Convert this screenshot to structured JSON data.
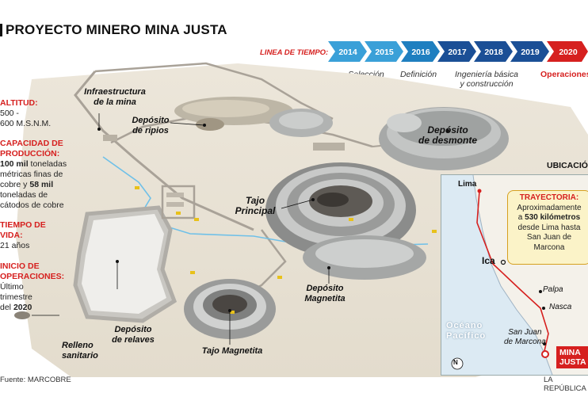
{
  "title": "PROYECTO MINERO MINA JUSTA",
  "timeline": {
    "label": "LINEA DE TIEMPO:",
    "years": [
      "2014",
      "2015",
      "2016",
      "2017",
      "2018",
      "2019",
      "2020"
    ],
    "phases": {
      "seleccion": "Selección",
      "definicion": "Definición",
      "ingenieria_1": "Ingeniería básica",
      "ingenieria_2": "y construcción",
      "operaciones": "Operaciones"
    },
    "colors": {
      "light": "#3aa0d8",
      "mid": "#1f7fc0",
      "dark": "#1b4f96",
      "red": "#d6201f"
    }
  },
  "facts": {
    "altitud_h": "ALTITUD:",
    "altitud_v1": "500 -",
    "altitud_v2": "600 M.S.N.M.",
    "capacidad_h1": "CAPACIDAD DE",
    "capacidad_h2": "PRODUCCIÓN:",
    "capacidad_b1": "100 mil",
    "capacidad_t1": " toneladas",
    "capacidad_t2": "métricas finas de",
    "capacidad_t3a": "cobre y ",
    "capacidad_b2": "58 mil",
    "capacidad_t4": "toneladas de",
    "capacidad_t5": "cátodos de cobre",
    "tiempo_h1": "TIEMPO DE",
    "tiempo_h2": "VIDA:",
    "tiempo_v": "21 años",
    "inicio_h1": "INICIO DE",
    "inicio_h2": "OPERACIONES:",
    "inicio_v1": "Último",
    "inicio_v2": "trimestre",
    "inicio_v3a": "del ",
    "inicio_v3b": "2020"
  },
  "labels": {
    "infra_1": "Infraestructura",
    "infra_2": "de la mina",
    "ripios_1": "Depósito",
    "ripios_2": "de ripios",
    "desmonte_1": "Depósito",
    "desmonte_2": "de desmonte",
    "tajo_p_1": "Tajo",
    "tajo_p_2": "Principal",
    "dep_mag_1": "Depósito",
    "dep_mag_2": "Magnetita",
    "relaves_1": "Depósito",
    "relaves_2": "de relaves",
    "tajo_mag": "Tajo Magnetita",
    "relleno_1": "Relleno",
    "relleno_2": "sanitario"
  },
  "location": {
    "heading": "UBICACIÓN",
    "lima": "Lima",
    "ica": "Ica",
    "palpa": "Palpa",
    "nasca": "Nasca",
    "sanjuan_1": "San Juan",
    "sanjuan_2": "de Marcona",
    "oceano_1": "Océano",
    "oceano_2": "Pacífico",
    "north": "N",
    "mina_1": "MINA",
    "mina_2": "JUSTA",
    "traj_h": "TRAYECTORIA:",
    "traj_1": "Aproximadamente",
    "traj_2a": "a ",
    "traj_2b": "530 kilómetros",
    "traj_3": "desde Lima hasta",
    "traj_4": "San Juan de",
    "traj_5": "Marcona"
  },
  "footer": {
    "source": "Fuente: MARCOBRE",
    "credit": "LA REPÚBLICA"
  }
}
